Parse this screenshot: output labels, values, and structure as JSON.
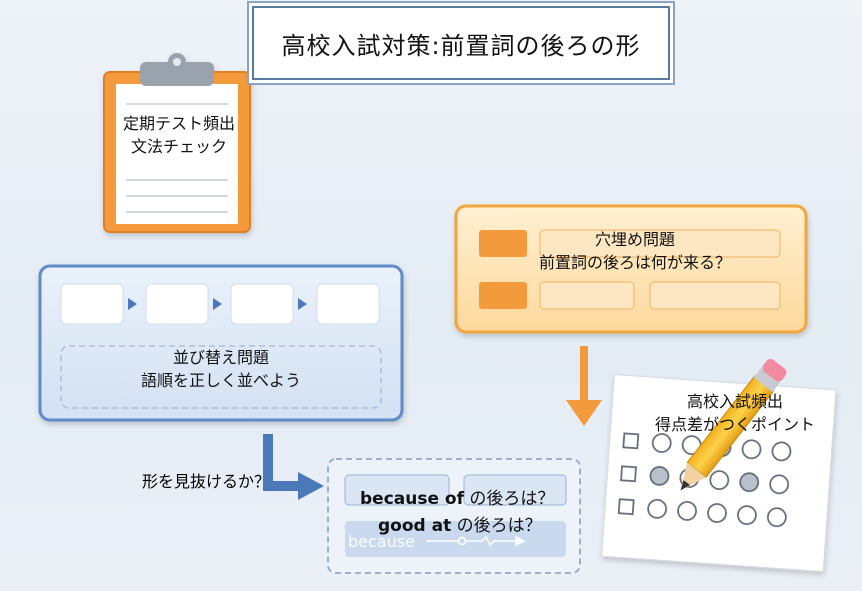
{
  "title": "高校入試対策:前置詞の後ろの形",
  "clipboard": {
    "line1": "定期テスト頻出",
    "line2": "文法チェック"
  },
  "sort_panel": {
    "line1": "並び替え問題",
    "line2": "語順を正しく並べよう"
  },
  "fill_panel": {
    "line1": "穴埋め問題",
    "line2": "前置詞の後ろは何が来る？"
  },
  "exam": {
    "line1": "高校入試頻出",
    "line2": "得点差がつくポイント"
  },
  "question": "形を見抜けるか？",
  "examples": [
    {
      "phrase": "because of",
      "suffix": " の後ろは？"
    },
    {
      "phrase": "good at",
      "suffix": " の後ろは？"
    }
  ],
  "sketch_word": "because",
  "colors": {
    "orange": "#f6a33a",
    "blue": "#4a78b8",
    "panel_blue": "#dfe9f6",
    "panel_orange": "#fde2b3"
  }
}
